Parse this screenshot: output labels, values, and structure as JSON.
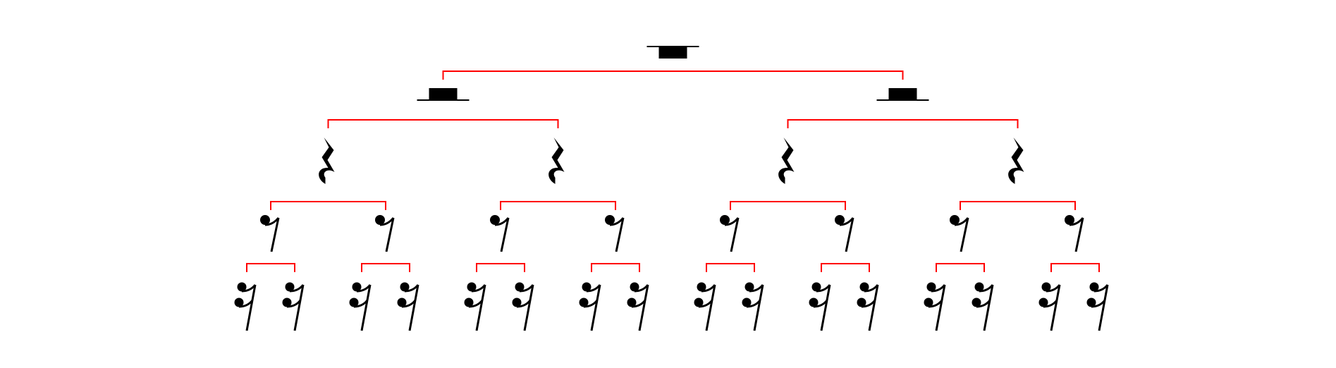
{
  "diagram": {
    "kind": "rest-value-division-tree",
    "colors": {
      "connector": "#ff0000",
      "symbol": "#000000",
      "background": "#ffffff"
    },
    "levels": [
      {
        "symbol": "whole-rest",
        "count": 1
      },
      {
        "symbol": "half-rest",
        "count": 2
      },
      {
        "symbol": "quarter-rest",
        "count": 4
      },
      {
        "symbol": "eighth-rest",
        "count": 8
      },
      {
        "symbol": "sixteenth-rest",
        "count": 16
      }
    ]
  }
}
